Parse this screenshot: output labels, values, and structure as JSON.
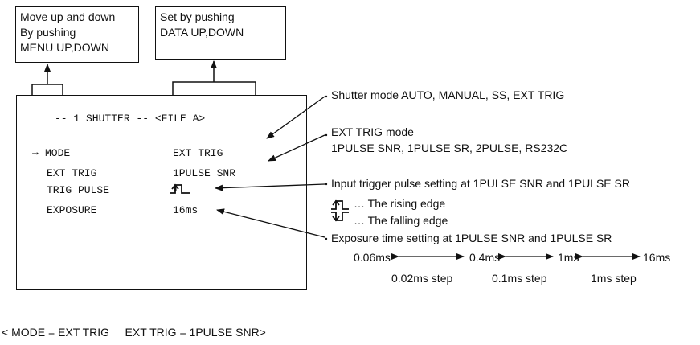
{
  "callouts": {
    "menu": [
      "Move up and down",
      "By pushing",
      "MENU UP,DOWN"
    ],
    "data": [
      "Set by pushing",
      "DATA UP,DOWN"
    ]
  },
  "screen": {
    "header": "-- 1 SHUTTER -- <FILE A>",
    "cursor": "→",
    "rows": [
      {
        "label": "MODE",
        "value": "EXT TRIG"
      },
      {
        "label": "EXT TRIG",
        "value": "1PULSE SNR"
      },
      {
        "label": "TRIG PULSE",
        "value": ""
      },
      {
        "label": "EXPOSURE",
        "value": "16ms"
      }
    ]
  },
  "annotations": {
    "shutter_mode": "Shutter mode   AUTO, MANUAL, SS, EXT TRIG",
    "ext_trig_title": "EXT TRIG mode",
    "ext_trig_options": "1PULSE SNR, 1PULSE SR, 2PULSE, RS232C",
    "input_trigger": "Input trigger pulse setting at 1PULSE SNR and 1PULSE SR",
    "rising": "… The rising edge",
    "falling": "… The falling edge",
    "exposure_title": "Exposure time setting at 1PULSE SNR and 1PULSE SR",
    "exp_values": [
      "0.06ms",
      "0.4ms",
      "1ms",
      "16ms"
    ],
    "exp_steps": [
      "0.02ms step",
      "0.1ms step",
      "1ms step"
    ]
  },
  "footer": "< MODE = EXT TRIG     EXT TRIG = 1PULSE SNR>"
}
